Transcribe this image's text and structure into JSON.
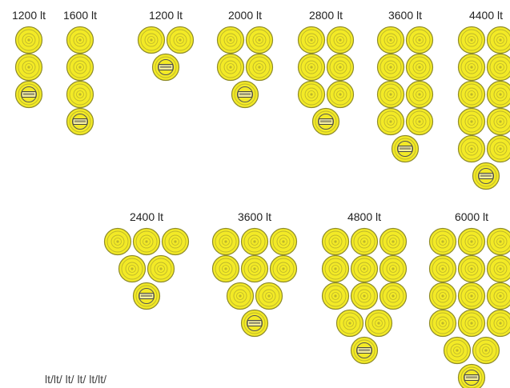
{
  "colors": {
    "fill": "#f3ea26",
    "stroke": "#8d8a2a",
    "ring": "#bdb62c",
    "background": "#ffffff",
    "label": "#222222"
  },
  "icons": {
    "tank": "tank-icon",
    "manhole_tank": "manhole-tank-icon"
  },
  "configurations": [
    {
      "id": "c1",
      "label": "1200 lt",
      "rows": [
        1,
        1,
        1
      ]
    },
    {
      "id": "c2",
      "label": "1600 lt",
      "rows": [
        1,
        1,
        1,
        1
      ]
    },
    {
      "id": "c3",
      "label": "1200 lt",
      "rows": [
        2,
        1
      ]
    },
    {
      "id": "c4",
      "label": "2000 lt",
      "rows": [
        2,
        2,
        1
      ]
    },
    {
      "id": "c5",
      "label": "2800 lt",
      "rows": [
        2,
        2,
        2,
        1
      ]
    },
    {
      "id": "c6",
      "label": "3600 lt",
      "rows": [
        2,
        2,
        2,
        2,
        1
      ]
    },
    {
      "id": "c7",
      "label": "4400 lt",
      "rows": [
        2,
        2,
        2,
        2,
        2,
        1
      ]
    },
    {
      "id": "c8",
      "label": "2400 lt",
      "rows": [
        3,
        2,
        1
      ]
    },
    {
      "id": "c9",
      "label": "3600 lt",
      "rows": [
        3,
        3,
        2,
        1
      ]
    },
    {
      "id": "c10",
      "label": "4800 lt",
      "rows": [
        3,
        3,
        3,
        2,
        1
      ]
    },
    {
      "id": "c11",
      "label": "6000 lt",
      "rows": [
        3,
        3,
        3,
        3,
        2,
        1
      ]
    }
  ],
  "footer_text": "lt/lt/ lt/ lt/ lt/lt/"
}
